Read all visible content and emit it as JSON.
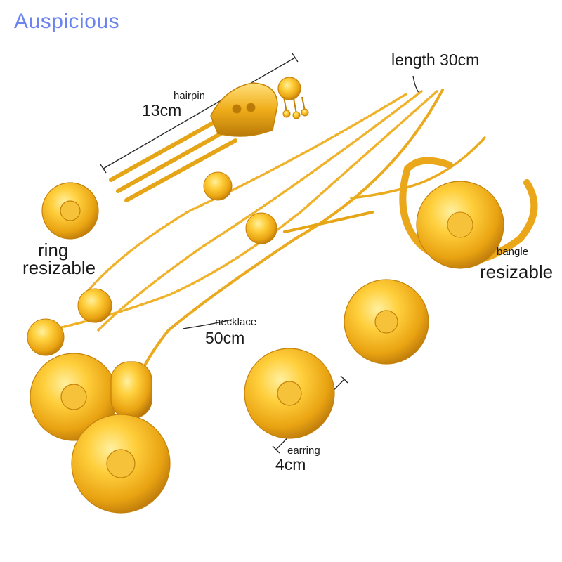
{
  "brand": "Auspicious",
  "labels": {
    "length": "length 30cm",
    "hairpin": "hairpin",
    "hairpin_size": "13cm",
    "ring_1": "ring",
    "ring_2": "resizable",
    "bangle": "bangle",
    "bangle_2": "resizable",
    "necklace": "necklace",
    "necklace_size": "50cm",
    "earring": "earring",
    "earring_size": "4cm"
  },
  "colors": {
    "gold": "#f2b41c",
    "gold_light": "#ffd35a",
    "gold_dark": "#c4810a",
    "brand": "#6b84f0"
  }
}
